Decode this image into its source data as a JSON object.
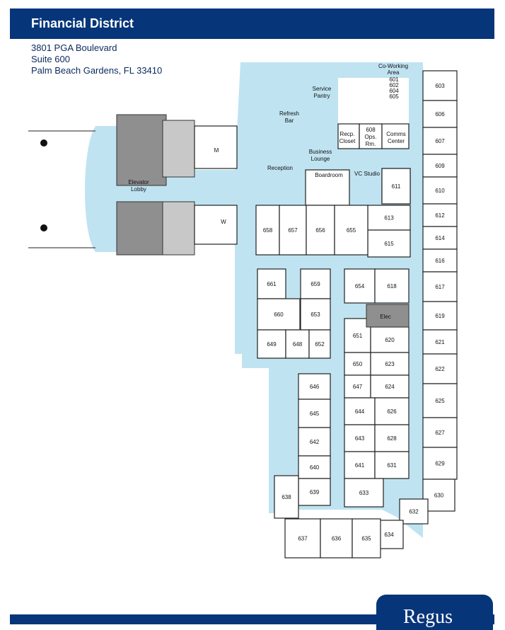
{
  "header": {
    "title": "Financial District"
  },
  "address": {
    "line1": "3801 PGA Boulevard",
    "line2": "Suite 600",
    "line3": "Palm Beach Gardens, FL 33410"
  },
  "logo": {
    "text": "Regus"
  },
  "colors": {
    "brand": "#06357a",
    "corridor": "#bfe3f1"
  },
  "plan": {
    "areas": {
      "coworking": "Co-Working",
      "coworking2": "Area",
      "cw_rooms": [
        "601",
        "602",
        "604",
        "605"
      ],
      "pantry1": "Service",
      "pantry2": "Pantry",
      "refresh1": "Refresh",
      "refresh2": "Bar",
      "recp1": "Recp.",
      "recp2": "Closet",
      "ops1": "608",
      "ops2": "Ops.",
      "ops3": "Rm.",
      "comms1": "Comms",
      "comms2": "Center",
      "lounge1": "Business",
      "lounge2": "Lounge",
      "reception": "Reception",
      "boardroom": "Boardroom",
      "vc": "VC Studio",
      "elevator1": "Elevator",
      "elevator2": "Lobby",
      "m": "M",
      "w": "W",
      "elec": "Elec"
    },
    "rooms": [
      "603",
      "606",
      "607",
      "609",
      "610",
      "612",
      "614",
      "616",
      "617",
      "619",
      "621",
      "622",
      "625",
      "627",
      "629",
      "630",
      "632",
      "634",
      "611",
      "613",
      "615",
      "658",
      "657",
      "656",
      "655",
      "661",
      "659",
      "660",
      "653",
      "649",
      "648",
      "652",
      "654",
      "618",
      "651",
      "620",
      "650",
      "623",
      "647",
      "624",
      "644",
      "626",
      "643",
      "628",
      "641",
      "631",
      "633",
      "646",
      "645",
      "642",
      "640",
      "639",
      "638",
      "637",
      "636",
      "635"
    ]
  }
}
